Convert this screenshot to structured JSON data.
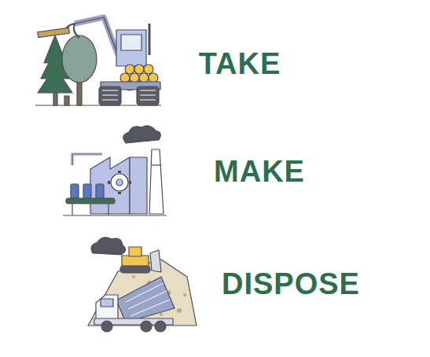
{
  "diagram": {
    "nodes": [
      {
        "text": [
          "TAKE"
        ]
      },
      {
        "text": [
          "MAKE"
        ]
      },
      {
        "text": [
          "DISPOSE"
        ]
      }
    ]
  }
}
